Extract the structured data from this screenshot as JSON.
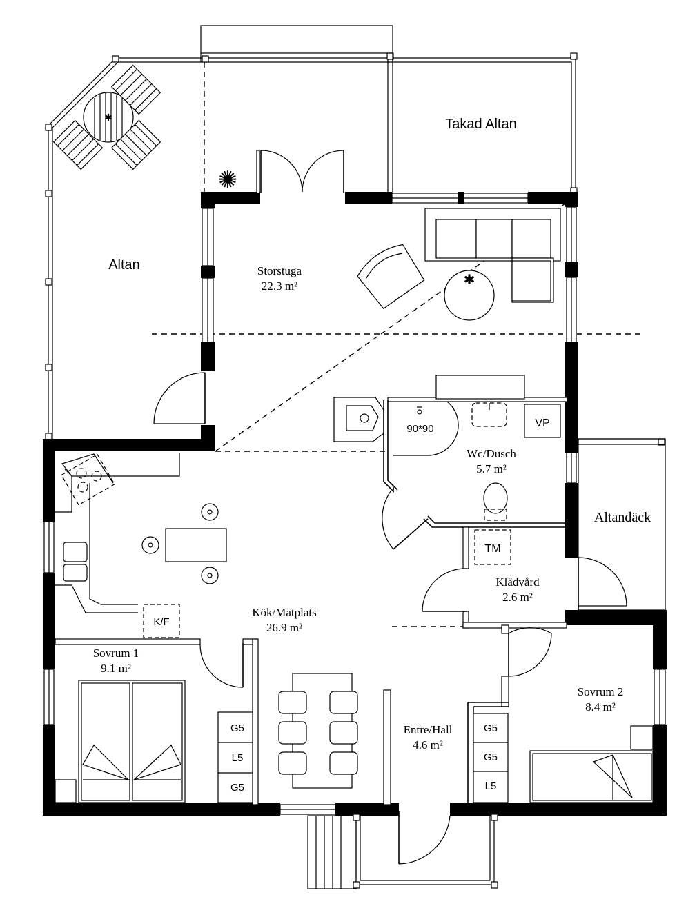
{
  "plan": {
    "rooms": {
      "takad_altan": "Takad Altan",
      "altan": "Altan",
      "storstuga_name": "Storstuga",
      "storstuga_area": "22.3 m²",
      "wc_name": "Wc/Dusch",
      "wc_area": "5.7 m²",
      "altandack": "Altandäck",
      "kladvard_name": "Klädvård",
      "kladvard_area": "2.6 m²",
      "kok_name": "Kök/Matplats",
      "kok_area": "26.9 m²",
      "sovrum1_name": "Sovrum 1",
      "sovrum1_area": "9.1 m²",
      "sovrum2_name": "Sovrum 2",
      "sovrum2_area": "8.4 m²",
      "entre_name": "Entre/Hall",
      "entre_area": "4.6 m²"
    },
    "labels": {
      "shower": "90*90",
      "vp": "VP",
      "tm": "TM",
      "kf": "K/F",
      "s1_wardrobes": [
        "G5",
        "L5",
        "G5"
      ],
      "s2_wardrobes": [
        "G5",
        "G5",
        "L5"
      ]
    }
  }
}
